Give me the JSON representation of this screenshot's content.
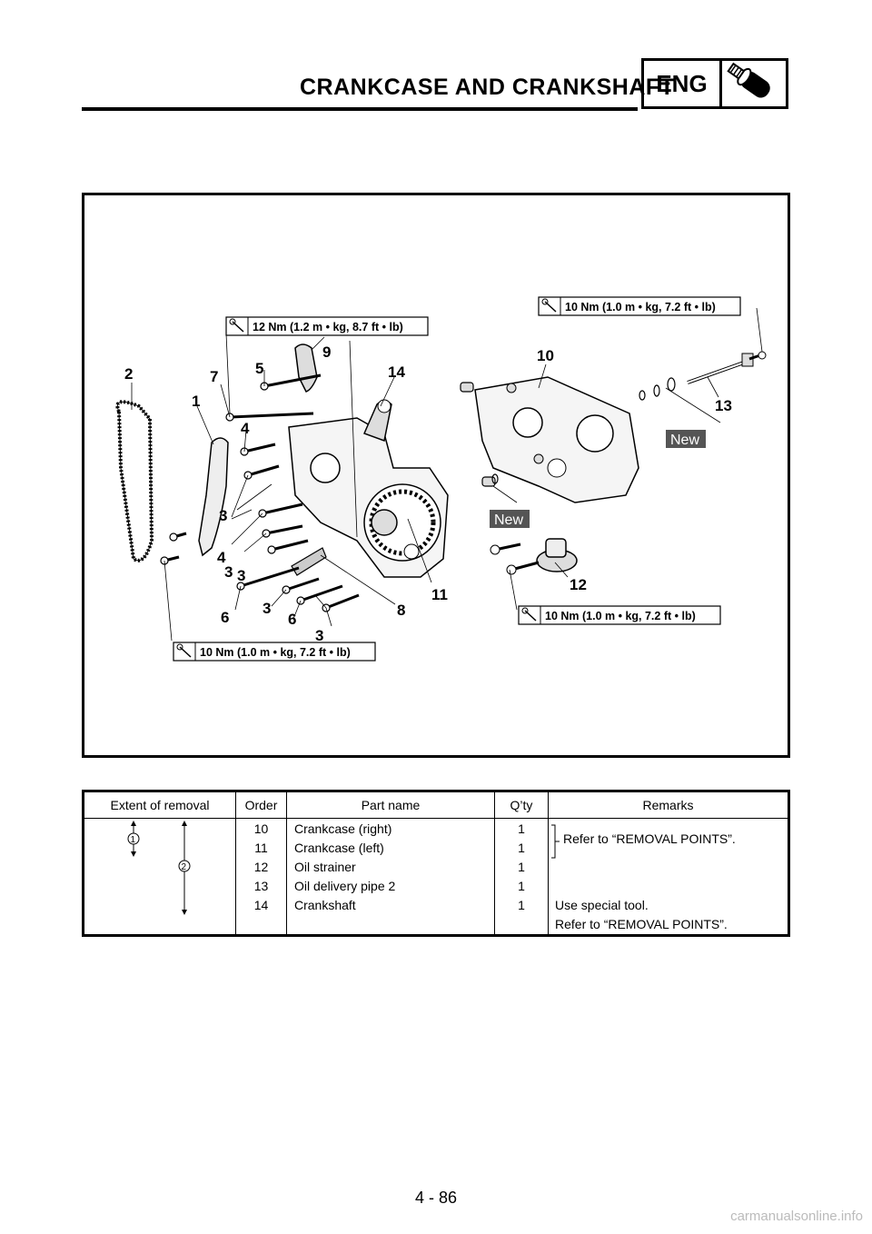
{
  "header": {
    "title": "CRANKCASE AND CRANKSHAFT",
    "section_badge": "ENG",
    "section_icon": "engine-icon"
  },
  "diagram": {
    "callouts": [
      "1",
      "2",
      "3",
      "3",
      "3",
      "3",
      "3",
      "3",
      "4",
      "4",
      "5",
      "6",
      "6",
      "7",
      "8",
      "9",
      "10",
      "11",
      "12",
      "13",
      "14"
    ],
    "torque_specs": {
      "top_left": "12 Nm (1.2 m • kg, 8.7 ft • lb)",
      "top_right": "10 Nm (1.0 m • kg, 7.2 ft • lb)",
      "bottom_right": "10 Nm (1.0 m • kg, 7.2 ft • lb)",
      "bottom_left": "10 Nm (1.0 m • kg, 7.2 ft • lb)"
    },
    "new_tags": [
      "New",
      "New"
    ]
  },
  "table": {
    "headers": [
      "Extent of removal",
      "Order",
      "Part name",
      "Q’ty",
      "Remarks"
    ],
    "extent_markers": [
      "1",
      "2"
    ],
    "rows": [
      {
        "order": "10",
        "part": "Crankcase (right)",
        "qty": "1"
      },
      {
        "order": "11",
        "part": "Crankcase (left)",
        "qty": "1"
      },
      {
        "order": "12",
        "part": "Oil strainer",
        "qty": "1"
      },
      {
        "order": "13",
        "part": "Oil delivery pipe 2",
        "qty": "1"
      },
      {
        "order": "14",
        "part": "Crankshaft",
        "qty": "1"
      }
    ],
    "remarks": {
      "rows_10_11": "Refer to “REMOVAL POINTS”.",
      "row_14_line1": "Use special tool.",
      "row_14_line2": "Refer to “REMOVAL POINTS”."
    }
  },
  "footer": {
    "page_number": "4 - 86"
  },
  "watermark": "carmanualsonline.info"
}
